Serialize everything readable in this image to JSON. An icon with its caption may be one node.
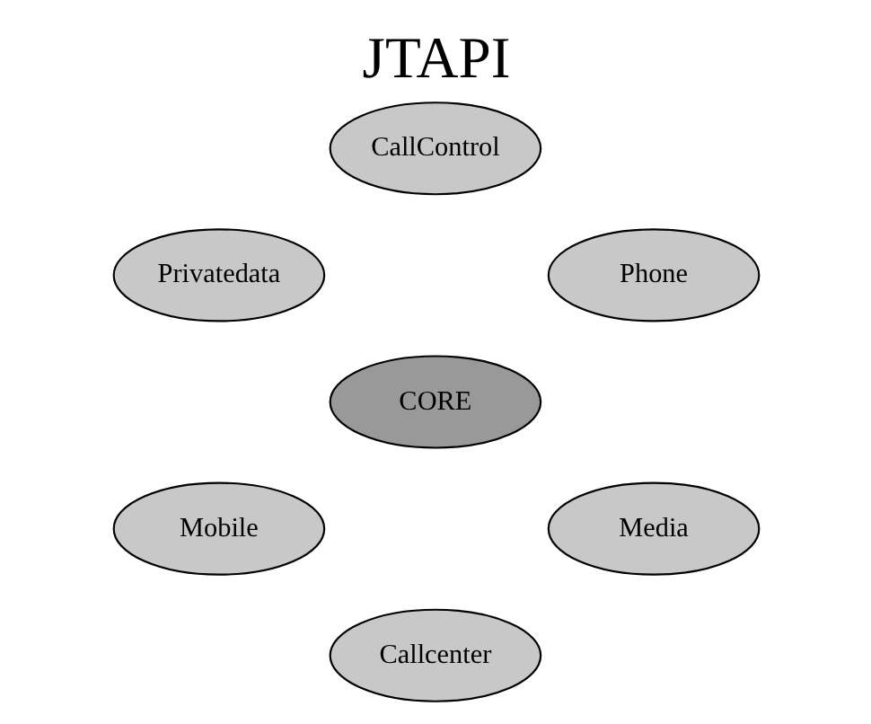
{
  "diagram": {
    "title": "JTAPI",
    "nodes": [
      {
        "text": [
          "CallControl"
        ]
      },
      {
        "text": [
          "Privatedata"
        ]
      },
      {
        "text": [
          "Phone"
        ]
      },
      {
        "text": [
          "CORE"
        ]
      },
      {
        "text": [
          "Mobile"
        ]
      },
      {
        "text": [
          "Media"
        ]
      },
      {
        "text": [
          "Callcenter"
        ]
      }
    ]
  }
}
